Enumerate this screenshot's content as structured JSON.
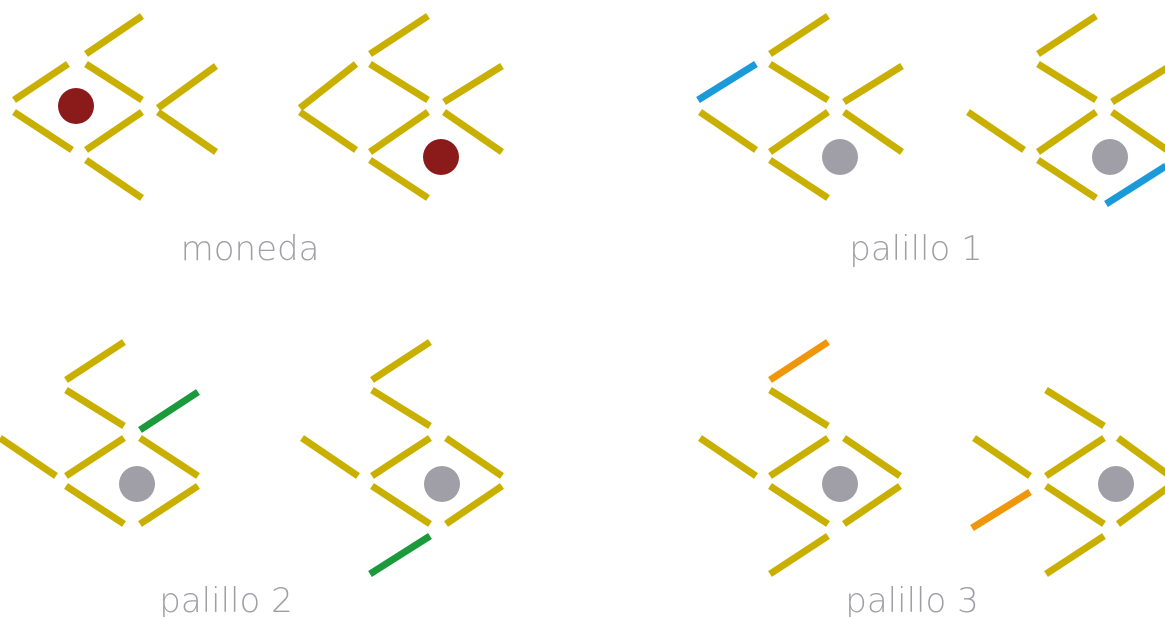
{
  "captions": {
    "coin": "moneda",
    "stick1": "palillo 1",
    "stick2": "palillo 2",
    "stick3": "palillo 3"
  },
  "colors": {
    "stick": "#c9b000",
    "coin_before": "#8b1a1a",
    "coin_after": "#a09ea6",
    "moved_stick1": "#1a9ad8",
    "moved_stick2": "#1a9a3a",
    "moved_stick3": "#f0960a",
    "caption": "#9e9ea5"
  }
}
